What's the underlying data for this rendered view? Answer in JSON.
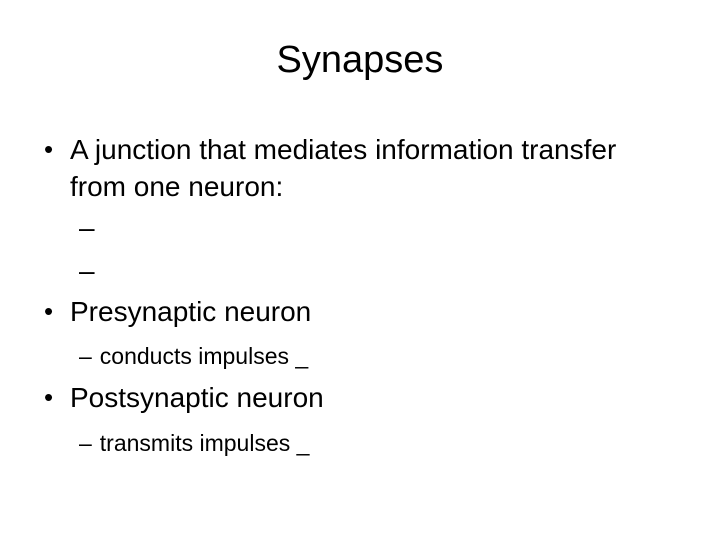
{
  "slide": {
    "title": "Synapses",
    "markers": {
      "bullet": "•",
      "dash": "–"
    },
    "colors": {
      "background": "#ffffff",
      "text": "#000000"
    },
    "content": [
      {
        "level": 1,
        "lines": [
          "A junction that mediates information transfer",
          "from one neuron:"
        ]
      },
      {
        "level": 2,
        "text": ""
      },
      {
        "level": 2,
        "text": ""
      },
      {
        "level": 1,
        "text": "Presynaptic neuron"
      },
      {
        "level": 2,
        "text": "conducts impulses _"
      },
      {
        "level": 1,
        "text": "Postsynaptic neuron"
      },
      {
        "level": 2,
        "text": "transmits impulses _"
      }
    ]
  }
}
